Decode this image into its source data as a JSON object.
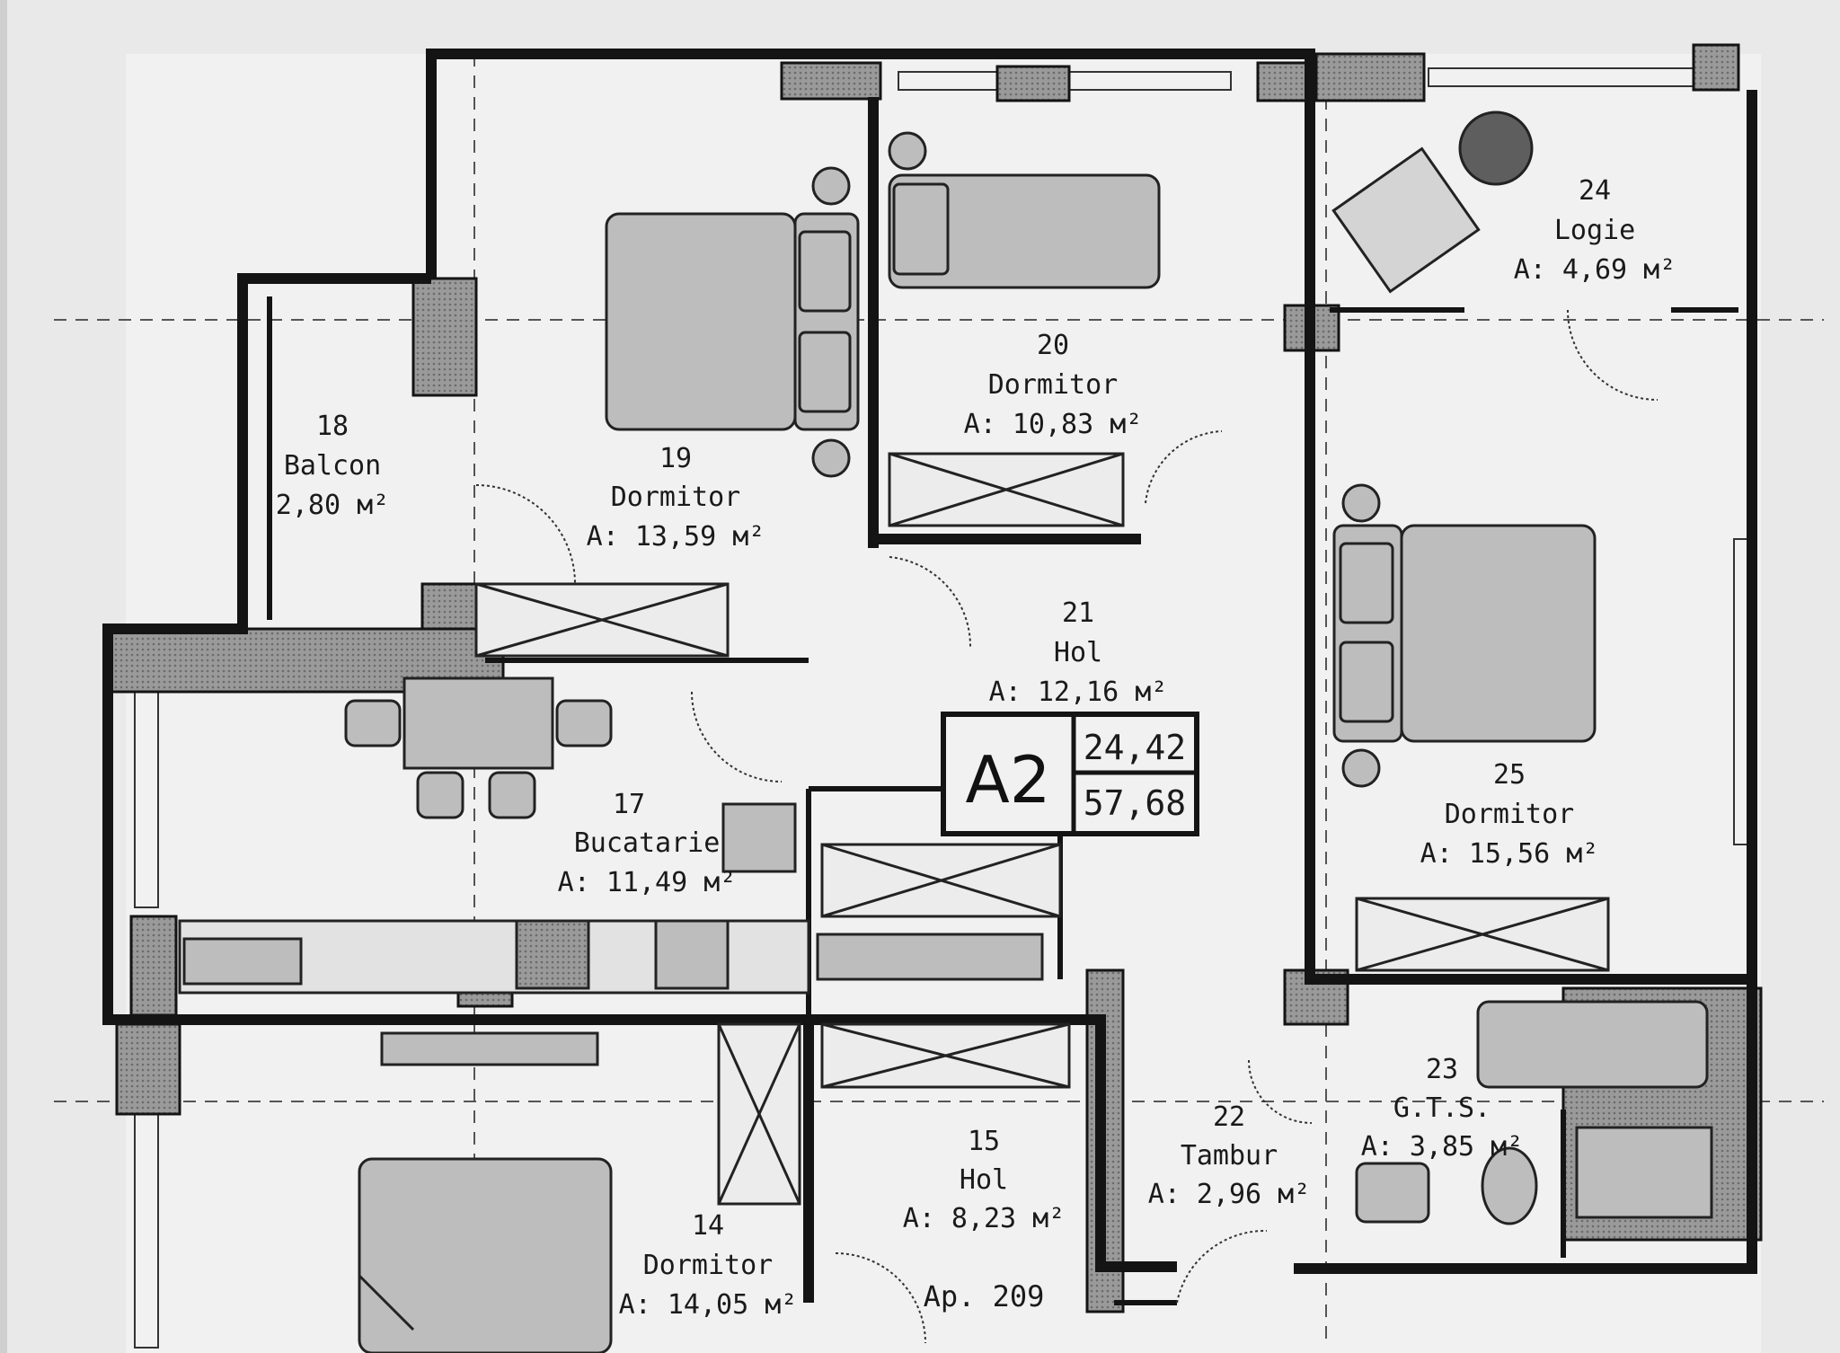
{
  "rooms": [
    {
      "id": "14",
      "number": "14",
      "name": "Dormitor",
      "area": "A: 14,05 м²"
    },
    {
      "id": "15",
      "number": "15",
      "name": "Hol",
      "area": "A: 8,23 м²"
    },
    {
      "id": "17",
      "number": "17",
      "name": "Bucatarie",
      "area": "A: 11,49 м²"
    },
    {
      "id": "18",
      "number": "18",
      "name": "Balcon",
      "area": "2,80 м²"
    },
    {
      "id": "19",
      "number": "19",
      "name": "Dormitor",
      "area": "A: 13,59 м²"
    },
    {
      "id": "20",
      "number": "20",
      "name": "Dormitor",
      "area": "A: 10,83 м²"
    },
    {
      "id": "21",
      "number": "21",
      "name": "Hol",
      "area": "A: 12,16 м²"
    },
    {
      "id": "22",
      "number": "22",
      "name": "Tambur",
      "area": "A: 2,96 м²"
    },
    {
      "id": "23",
      "number": "23",
      "name": "G.T.S.",
      "area": "A: 3,85 м²"
    },
    {
      "id": "24",
      "number": "24",
      "name": "Logie",
      "area": "A: 4,69 м²"
    },
    {
      "id": "25",
      "number": "25",
      "name": "Dormitor",
      "area": "A: 15,56 м²"
    }
  ],
  "apartment_box": {
    "code": "A2",
    "living_area": "24,42",
    "total_area": "57,68"
  },
  "apartment_label": "Ap. 209",
  "colors": {
    "paper": "#e9e9e9",
    "wall": "#141414",
    "hatch": "#8e8e8e",
    "furniture": "#b9b9b9",
    "line": "#2a2a2a"
  }
}
